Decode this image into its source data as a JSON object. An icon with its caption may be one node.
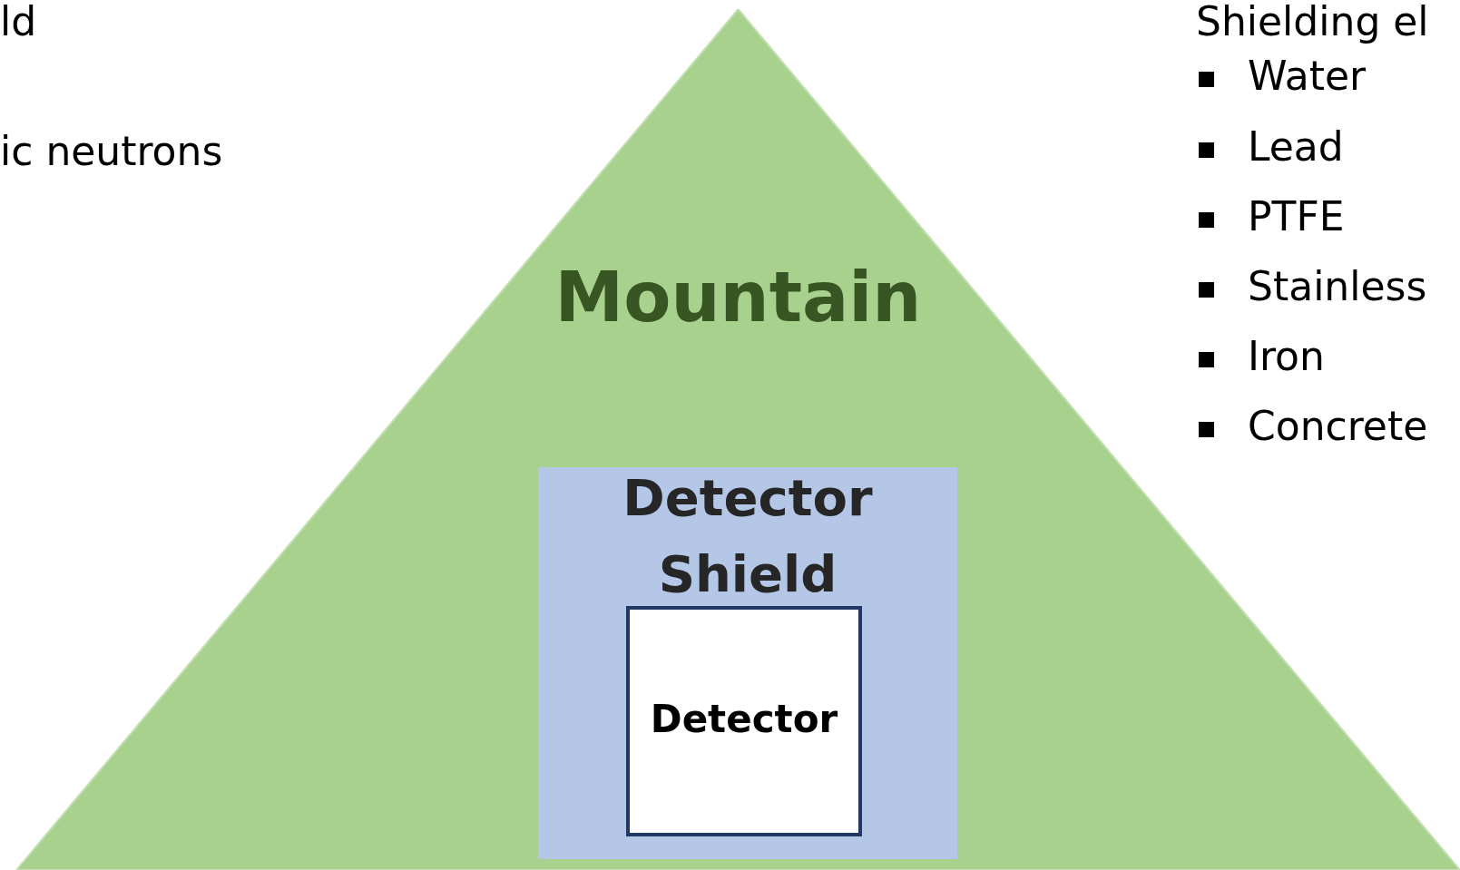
{
  "diagram": {
    "nodes": [
      {
        "text": [
          "Mountain"
        ]
      },
      {
        "text": [
          "Detector Shield"
        ],
        "in": 0
      },
      {
        "text": [
          "Detector"
        ],
        "in": 1
      }
    ],
    "edges": [],
    "labels": [
      "ld",
      "ic neutrons",
      "Shielding el",
      "Water",
      "Lead",
      "PTFE",
      "Stainless",
      "Iron",
      "Concrete"
    ]
  }
}
